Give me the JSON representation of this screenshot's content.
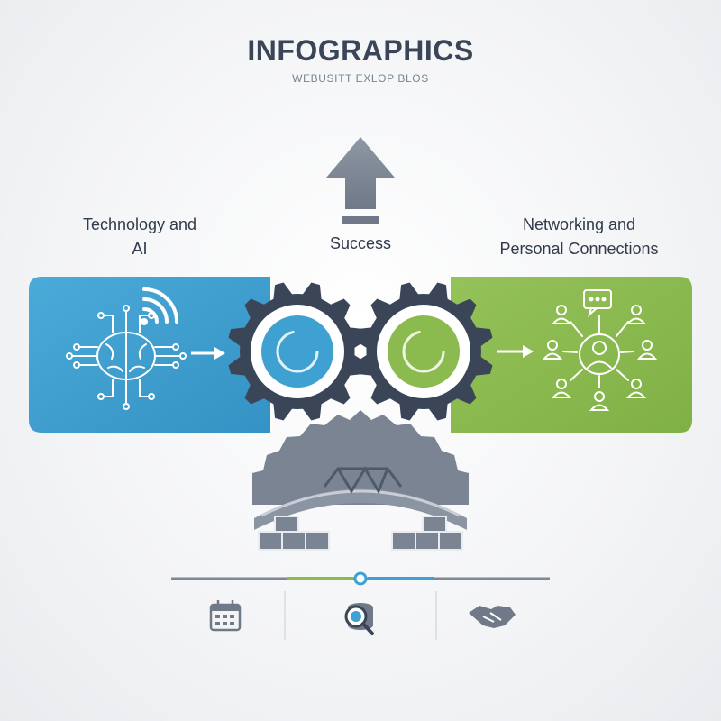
{
  "header": {
    "title": "INFOGRAPHICS",
    "subtitle": "WEBUSITT EXLOP BLOS"
  },
  "labels": {
    "left": "Technology and\nAI",
    "center": "Success",
    "right": "Networking and\nPersonal Connections"
  },
  "icons": {
    "left_panel": "brain-circuit-icon",
    "left_signal": "wifi-signal-icon",
    "right_panel": "network-people-icon",
    "top": "up-arrow-icon",
    "bridge": "bridge-icon",
    "bottom": [
      "calendar-icon",
      "search-data-icon",
      "handshake-icon"
    ]
  },
  "timeline": {
    "progress": 0.5
  },
  "colors": {
    "blue": "#3fa1d1",
    "green": "#8bbb4e",
    "gear_dark": "#3a4658",
    "gray": "#7d8796",
    "text": "#2f3a4a"
  }
}
